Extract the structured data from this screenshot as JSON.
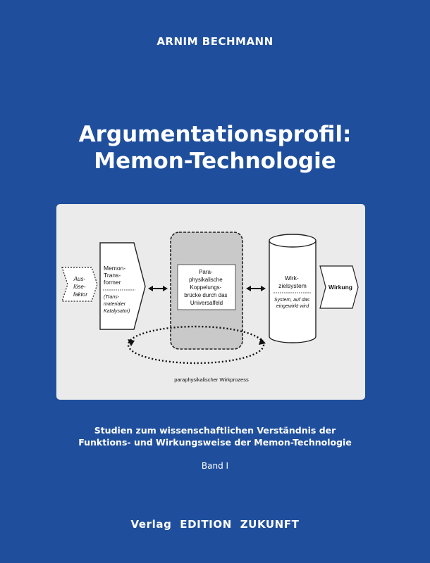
{
  "author": "ARNIM BECHMANN",
  "title": {
    "line1": "Argumentationsprofil:",
    "line2": "Memon-Technologie"
  },
  "diagram": {
    "trigger": [
      "Aus-",
      "löse-",
      "faktor"
    ],
    "transformer": [
      "Memon-",
      "Trans-",
      "former"
    ],
    "transformer_sub": [
      "(Trans-",
      "materialer",
      "Katalysator)"
    ],
    "bridge": [
      "Para-",
      "physikalische",
      "Koppelungs-",
      "brücke durch das",
      "Universalfeld"
    ],
    "target": [
      "Wirk-",
      "zielsystem"
    ],
    "target_sub": [
      "System, auf das",
      "eingewirkt wird"
    ],
    "effect": "Wirkung",
    "process": "paraphysikalischer Wirkprozess"
  },
  "subtitle": {
    "line1": "Studien zum wissenschaftlichen Verständnis der",
    "line2": "Funktions- und Wirkungsweise der Memon-Technologie"
  },
  "volume": "Band I",
  "publisher": {
    "part1": "Verlag",
    "part2": "EDITION",
    "part3": "ZUKUNFT"
  }
}
